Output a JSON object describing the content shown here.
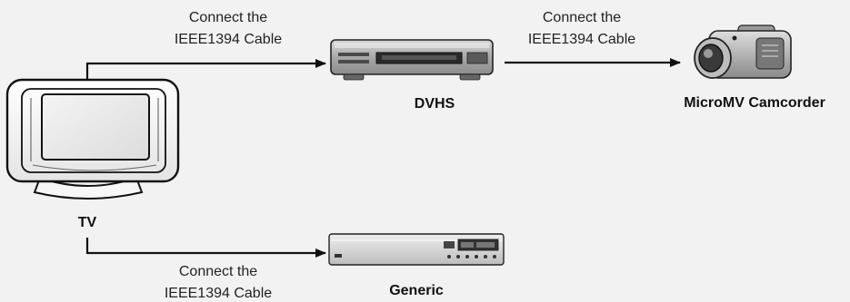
{
  "nodes": {
    "tv": {
      "label": "TV"
    },
    "dvhs": {
      "label": "DVHS"
    },
    "camcorder": {
      "label": "MicroMV Camcorder"
    },
    "generic": {
      "label": "Generic"
    }
  },
  "connections": [
    {
      "from": "tv",
      "to": "dvhs",
      "label_line1": "Connect the",
      "label_line2": "IEEE1394 Cable"
    },
    {
      "from": "dvhs",
      "to": "camcorder",
      "label_line1": "Connect the",
      "label_line2": "IEEE1394 Cable"
    },
    {
      "from": "tv",
      "to": "generic",
      "label_line1": "Connect the",
      "label_line2": "IEEE1394 Cable"
    }
  ]
}
